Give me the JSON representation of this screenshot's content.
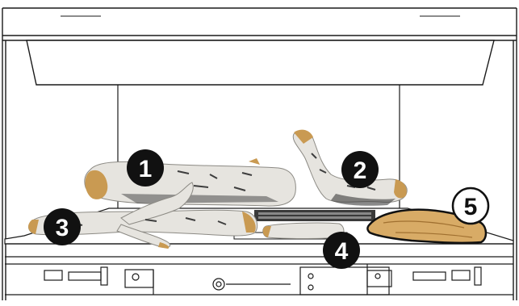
{
  "diagram": {
    "callouts": [
      {
        "id": "1",
        "label": "1",
        "style": "filled"
      },
      {
        "id": "2",
        "label": "2",
        "style": "filled"
      },
      {
        "id": "3",
        "label": "3",
        "style": "filled"
      },
      {
        "id": "4",
        "label": "4",
        "style": "filled"
      },
      {
        "id": "5",
        "label": "5",
        "style": "outline"
      }
    ],
    "colors": {
      "line": "#1a1a1a",
      "badge_fill": "#111111",
      "badge_text": "#ffffff",
      "badge_outline_fill": "#ffffff",
      "birch_bark": "#e6e4df",
      "birch_shadow": "#b9b5ad",
      "log_end": "#c99a52",
      "burner_grate": "#3a3a3a"
    }
  }
}
